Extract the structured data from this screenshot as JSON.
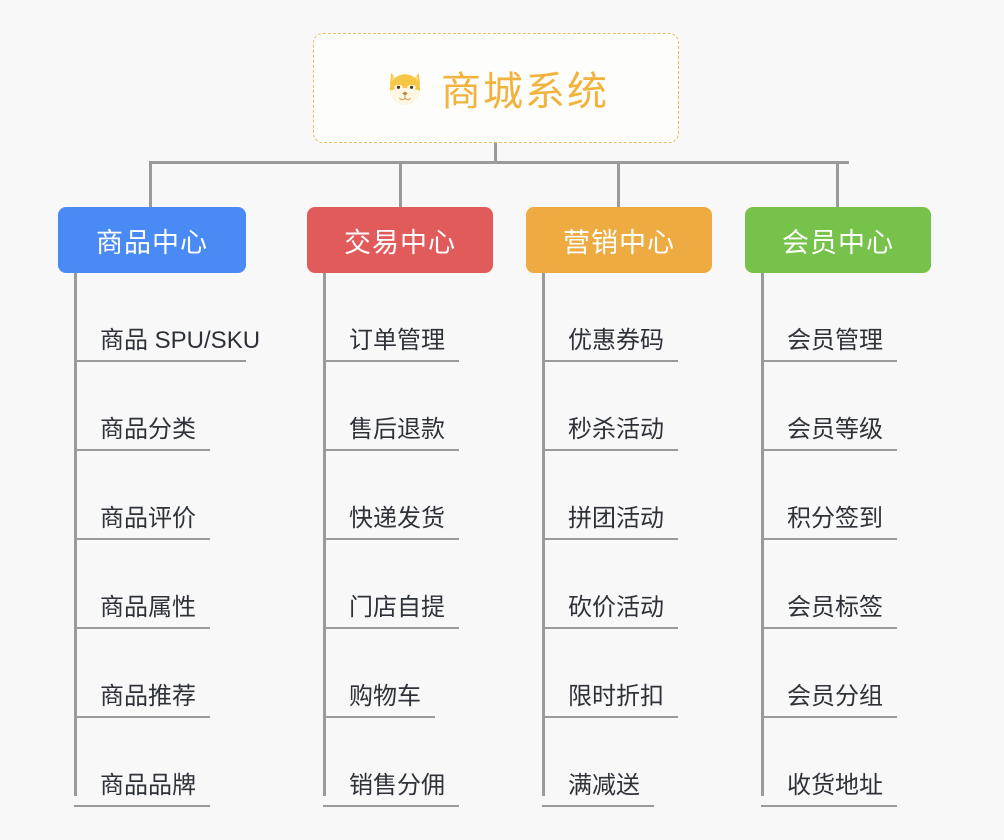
{
  "canvas": {
    "background": "#f8f8f8",
    "line_color": "#9a9a9a"
  },
  "root": {
    "icon": "shiba-dog-face-icon",
    "title": "商城系统",
    "color": "#f2b33d",
    "border_color": "#e8b96a",
    "border_style": "dashed"
  },
  "categories": [
    {
      "label": "商品中心",
      "color": "#4a8af4",
      "items": [
        {
          "label": "商品 SPU/SKU"
        },
        {
          "label": "商品分类"
        },
        {
          "label": "商品评价"
        },
        {
          "label": "商品属性"
        },
        {
          "label": "商品推荐"
        },
        {
          "label": "商品品牌"
        }
      ]
    },
    {
      "label": "交易中心",
      "color": "#e25b5b",
      "items": [
        {
          "label": "订单管理"
        },
        {
          "label": "售后退款"
        },
        {
          "label": "快递发货"
        },
        {
          "label": "门店自提"
        },
        {
          "label": "购物车"
        },
        {
          "label": "销售分佣"
        }
      ]
    },
    {
      "label": "营销中心",
      "color": "#eeab42",
      "items": [
        {
          "label": "优惠券码"
        },
        {
          "label": "秒杀活动"
        },
        {
          "label": "拼团活动"
        },
        {
          "label": "砍价活动"
        },
        {
          "label": "限时折扣"
        },
        {
          "label": "满减送"
        }
      ]
    },
    {
      "label": "会员中心",
      "color": "#76c24a",
      "items": [
        {
          "label": "会员管理"
        },
        {
          "label": "会员等级"
        },
        {
          "label": "积分签到"
        },
        {
          "label": "会员标签"
        },
        {
          "label": "会员分组"
        },
        {
          "label": "收货地址"
        }
      ]
    }
  ]
}
